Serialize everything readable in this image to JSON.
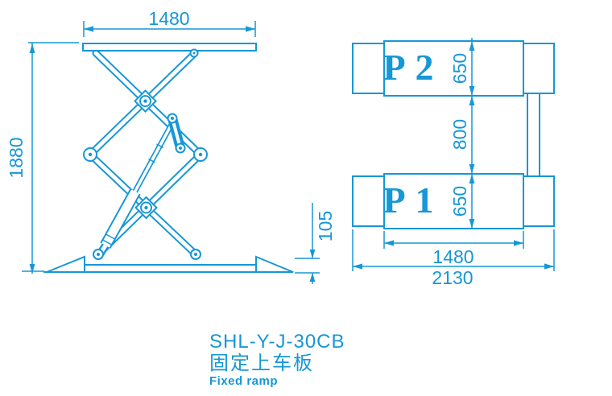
{
  "meta": {
    "accent_color": "#1697d6",
    "background_color": "#ffffff",
    "drawing_type": "scissor-lift technical drawing, side view and plan view"
  },
  "side_view": {
    "platform_width_label": "1480",
    "overall_height_label": "1880",
    "base_height_label": "105"
  },
  "top_view": {
    "upper_platform_label": "P2",
    "lower_platform_label": "P1",
    "upper_platform_width_label": "650",
    "platform_gap_label": "800",
    "lower_platform_width_label": "650",
    "platform_length_label": "1480",
    "overall_length_label": "2130"
  },
  "title_block": {
    "model_code": "SHL-Y-J-30CB",
    "product_name_cn": "固定上车板",
    "product_name_en": "Fixed ramp"
  }
}
